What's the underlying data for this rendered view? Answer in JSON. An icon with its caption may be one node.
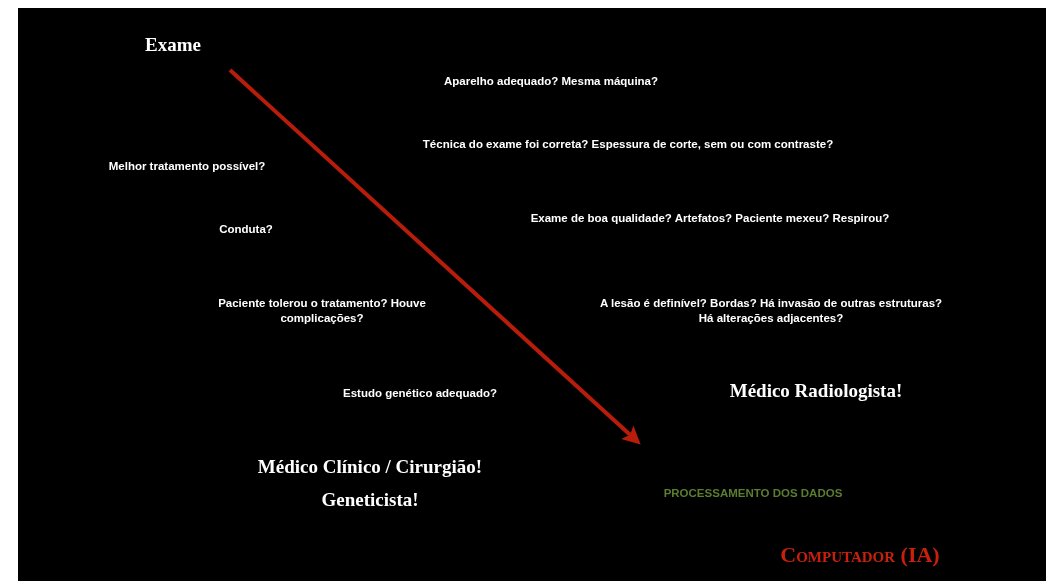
{
  "diagram": {
    "labels": [
      "Exame",
      "Aparelho adequado? Mesma máquina?",
      "Técnica do exame foi correta? Espessura de corte, sem ou com contraste?",
      "Melhor tratamento possível?",
      "Exame de boa qualidade? Artefatos? Paciente mexeu? Respirou?",
      "Conduta?",
      "Paciente tolerou o tratamento? Houve complicações?",
      "A lesão é definível? Bordas? Há invasão de outras estruturas? Há alterações adjacentes?",
      "Estudo genético adequado?",
      "Médico Radiologista!",
      "Médico Clínico / Cirurgião!",
      "Geneticista!",
      "PROCESSAMENTO DOS DADOS",
      "Computador (IA)"
    ]
  }
}
